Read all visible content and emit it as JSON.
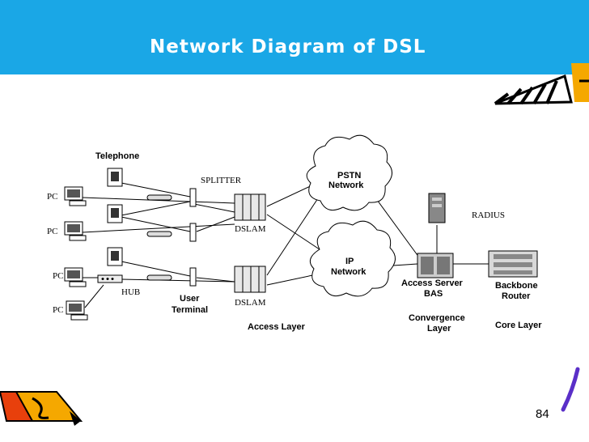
{
  "slide": {
    "title": "Network Diagram of DSL",
    "page_number": "84"
  },
  "diagram": {
    "labels": {
      "telephone": "Telephone",
      "splitter": "SPLITTER",
      "pstn_1": "PSTN",
      "pstn_2": "Network",
      "ip_1": "IP",
      "ip_2": "Network",
      "radius": "RADIUS",
      "pc_1": "PC",
      "pc_2": "PC",
      "pc_3": "PC",
      "pc_4": "PC",
      "dslam_1": "DSLAM",
      "dslam_2": "DSLAM",
      "hub": "HUB",
      "user_terminal_1": "User",
      "user_terminal_2": "Terminal",
      "access_server_1": "Access Server",
      "access_server_2": "BAS",
      "backbone_1": "Backbone",
      "backbone_2": "Router",
      "access_layer": "Access Layer",
      "convergence_1": "Convergence",
      "convergence_2": "Layer",
      "core_layer": "Core Layer"
    }
  },
  "colors": {
    "header": "#1aa7e6",
    "pencil_yellow": "#f5a800",
    "pencil_red": "#e8400c",
    "accent_purple": "#5a2fc8"
  }
}
